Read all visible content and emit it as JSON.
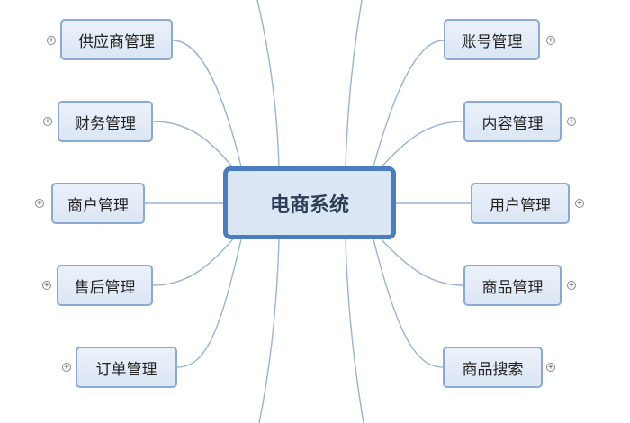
{
  "center": {
    "label": "电商系统"
  },
  "expand_glyph": "+",
  "left_nodes": [
    {
      "label": "供应商管理"
    },
    {
      "label": "财务管理"
    },
    {
      "label": "商户管理"
    },
    {
      "label": "售后管理"
    },
    {
      "label": "订单管理"
    }
  ],
  "right_nodes": [
    {
      "label": "账号管理"
    },
    {
      "label": "内容管理"
    },
    {
      "label": "用户管理"
    },
    {
      "label": "商品管理"
    },
    {
      "label": "商品搜索"
    }
  ],
  "colors": {
    "center_border": "#4b7ec1",
    "node_border": "#8aa9d3",
    "node_fill": "#dbe6f4",
    "link": "#9bb2d2"
  }
}
